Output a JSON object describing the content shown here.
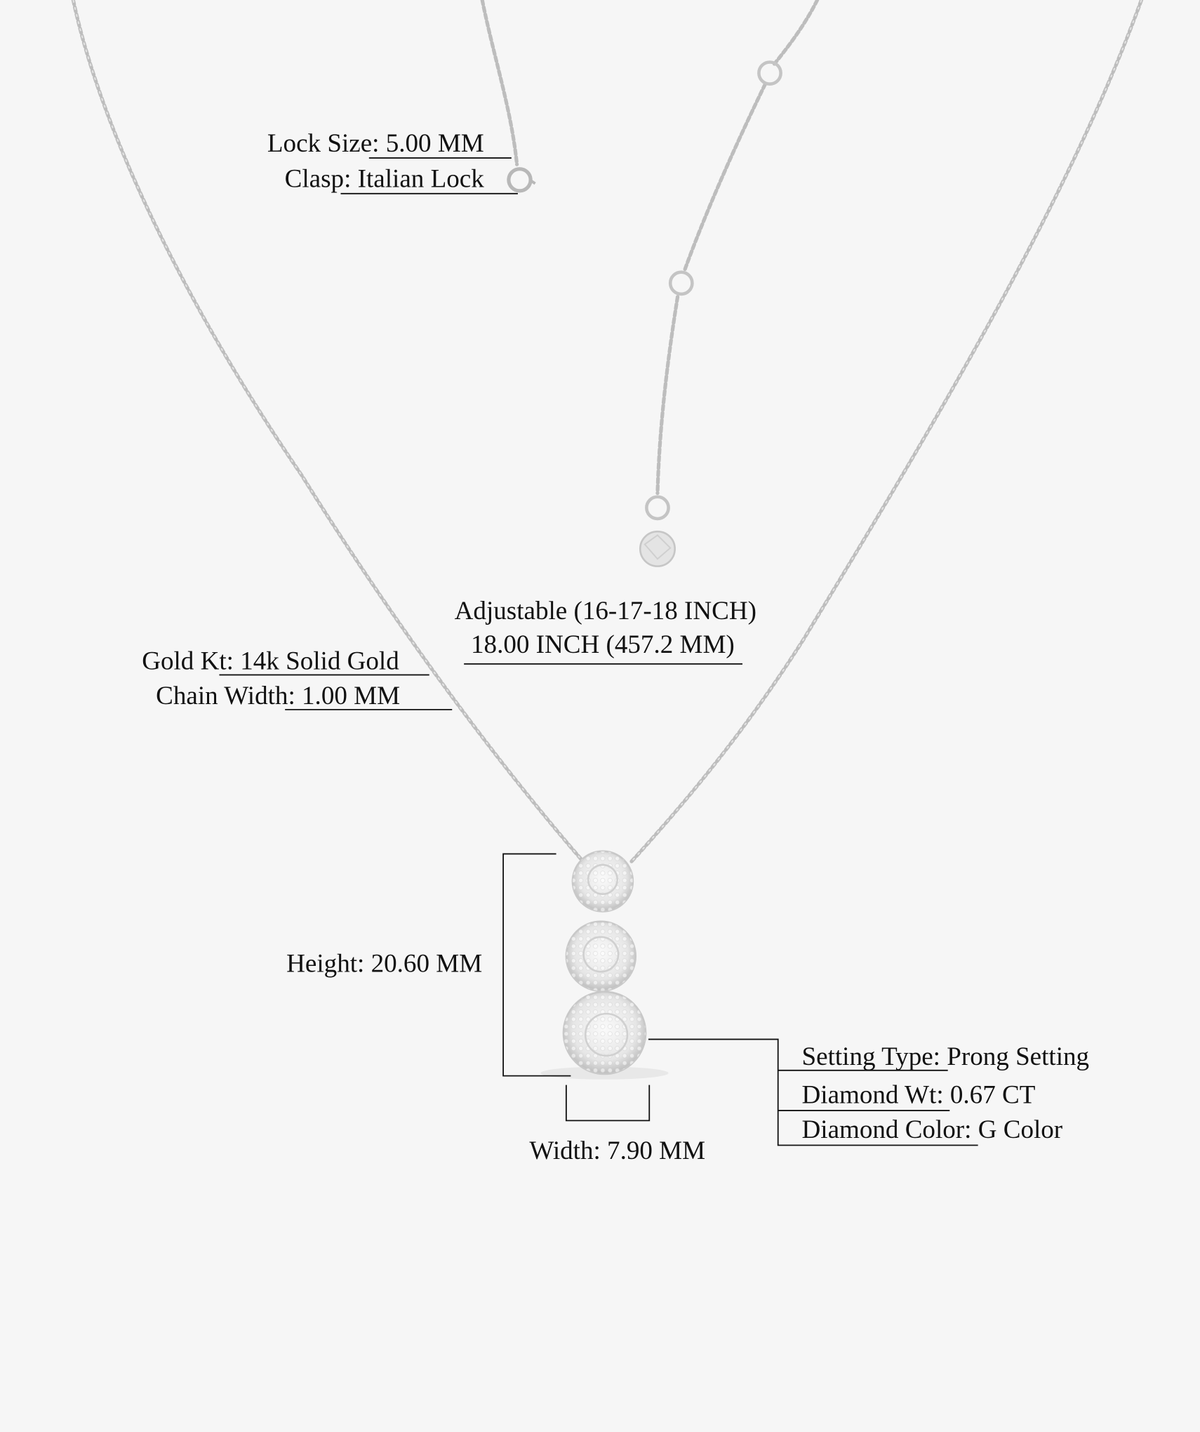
{
  "specs": {
    "lock_size_label": "Lock Size:",
    "lock_size_value": " 5.00 MM",
    "clasp_label": "Clasp:",
    "clasp_value": " Italian Lock",
    "length_adjustable": "Adjustable (16-17-18 INCH)",
    "length_value": "18.00 INCH (457.2 MM)",
    "gold_kt_label": "Gold Kt:",
    "gold_kt_value": " 14k Solid Gold",
    "chain_width_label": "Chain Width:",
    "chain_width_value": " 1.00 MM",
    "height_text": "Height: 20.60 MM",
    "width_text": "Width: 7.90 MM",
    "setting_type_label": "Setting Type:",
    "setting_type_value": " Prong Setting",
    "diamond_wt_label": "Diamond Wt:",
    "diamond_wt_value": " 0.67 CT",
    "diamond_color_label": "Diamond Color:",
    "diamond_color_value": " G Color"
  },
  "colors": {
    "background": "#f6f6f6",
    "metal": "#c4c4c4",
    "text": "#111111"
  }
}
